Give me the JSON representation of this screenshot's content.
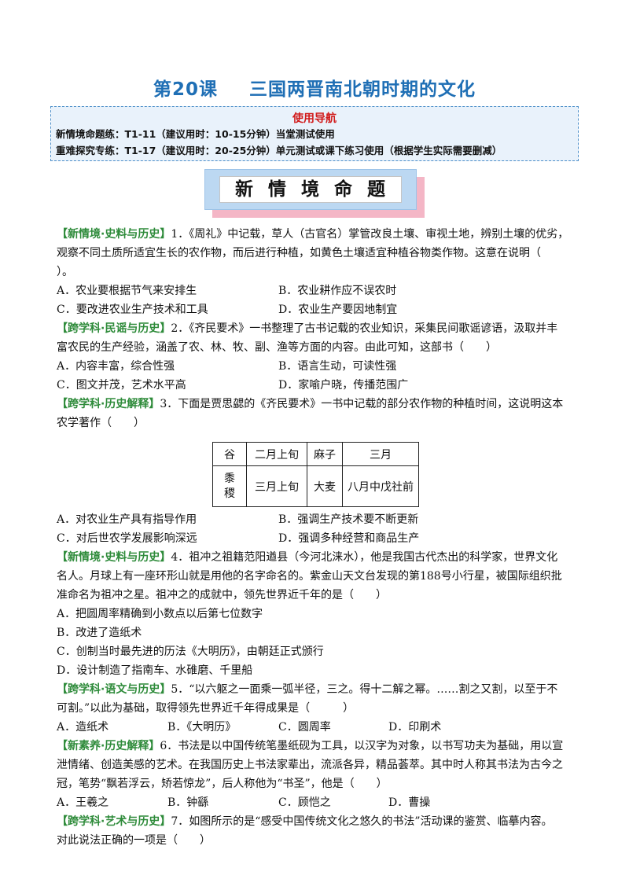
{
  "title": {
    "lesson": "第20课",
    "name": "三国两晋南北朝时期的文化"
  },
  "guide": {
    "heading": "使用导航",
    "line1": "新情境命题练：T1-11（建议用时：10-15分钟）当堂测试使用",
    "line2": "重难探究专练：T1-17（建议用时：20-25分钟）单元测试或课下练习使用（根据学生实际需要删减）"
  },
  "banner": "新情境命题",
  "questions": [
    {
      "tag": "【新情境·史料与历史】",
      "lines": [
        "1．《周礼》中记载，草人（古官名）掌管改良土壤、审视土地，辨别土壤的优劣，",
        "观察不同土质所适宜生长的农作物，而后进行种植，如黄色土壤适宜种植谷物类作物。这意在说明（",
        "）。"
      ],
      "options": [
        "A．农业要根据节气来安排生",
        "B．农业耕作应不误农时",
        "C．要改进农业生产技术和工具",
        "D．农业生产要因地制宜"
      ]
    },
    {
      "tag": "【跨学科·民谣与历史】",
      "lines": [
        "2．《齐民要术》一书整理了古书记载的农业知识，采集民间歌谣谚语，汲取并丰",
        "富农民的生产经验，涵盖了农、林、牧、副、渔等方面的内容。由此可知，这部书（　　）"
      ],
      "options": [
        "A．内容丰富，综合性强",
        "B．语言生动，可读性强",
        "C．图文并茂，艺术水平高",
        "D．家喻户晓，传播范围广"
      ]
    },
    {
      "tag": "【跨学科·历史解释】",
      "lines": [
        "3．下面是贾思勰的《齐民要术》一书中记载的部分农作物的种植时间，这说明这本",
        "农学著作（　　）"
      ],
      "table": [
        [
          "谷",
          "二月上旬",
          "麻子",
          "三月"
        ],
        [
          "黍稷",
          "三月上旬",
          "大麦",
          "八月中戊社前"
        ]
      ],
      "options": [
        "A．对农业生产具有指导作用",
        "B．强调生产技术要不断更新",
        "C．对后世农学发展影响深远",
        "D．强调多种经营和商品生产"
      ]
    },
    {
      "tag": "【新情境·史料与历史】",
      "lines": [
        "4．祖冲之祖籍范阳遒县（今河北涞水），他是我国古代杰出的科学家，世界文化",
        "名人。月球上有一座环形山就是用他的名字命名的。紫金山天文台发现的第188号小行星，被国际组织批",
        "准命名为祖冲之星。祖冲之的成就中，领先世界近千年的是（　　）"
      ],
      "options": [
        "A．把圆周率精确到小数点以后第七位数字",
        "B．改进了造纸术",
        "C．创制当时最先进的历法《大明历》，由朝廷正式颁行",
        "D．设计制造了指南车、水碓磨、千里船"
      ]
    },
    {
      "tag": "【跨学科·语文与历史】",
      "lines": [
        "5．“以六躯之一面乘一弧半径，三之。得十二解之幂。……割之又割，以至于不",
        "可割。”以此为基础，取得领先世界近千年得成果是（　　　）"
      ],
      "options": [
        "A．造纸术",
        "B．《大明历》",
        "C．圆周率",
        "D．印刷术"
      ]
    },
    {
      "tag": "【新素养·历史解释】",
      "lines": [
        "6．书法是以中国传统笔墨纸砚为工具，以汉字为对象，以书写功夫为基础，用以宣",
        "泄情绪、创造美感的艺术。在我国历史上书法家辈出，流派各异，精品荟萃。其中时人称其书法为古今之",
        "冠，笔势“飘若浮云，矫若惊龙”，后人称他为“书圣”，他是（　　）"
      ],
      "options": [
        "A．王羲之",
        "B．钟繇",
        "C．顾恺之",
        "D．曹操"
      ]
    },
    {
      "tag": "【跨学科·艺术与历史】",
      "lines": [
        "7．如图所示的是“感受中国传统文化之悠久的书法”活动课的鉴赏、临摹内容。",
        "对此说法正确的一项是（　　）"
      ]
    }
  ]
}
